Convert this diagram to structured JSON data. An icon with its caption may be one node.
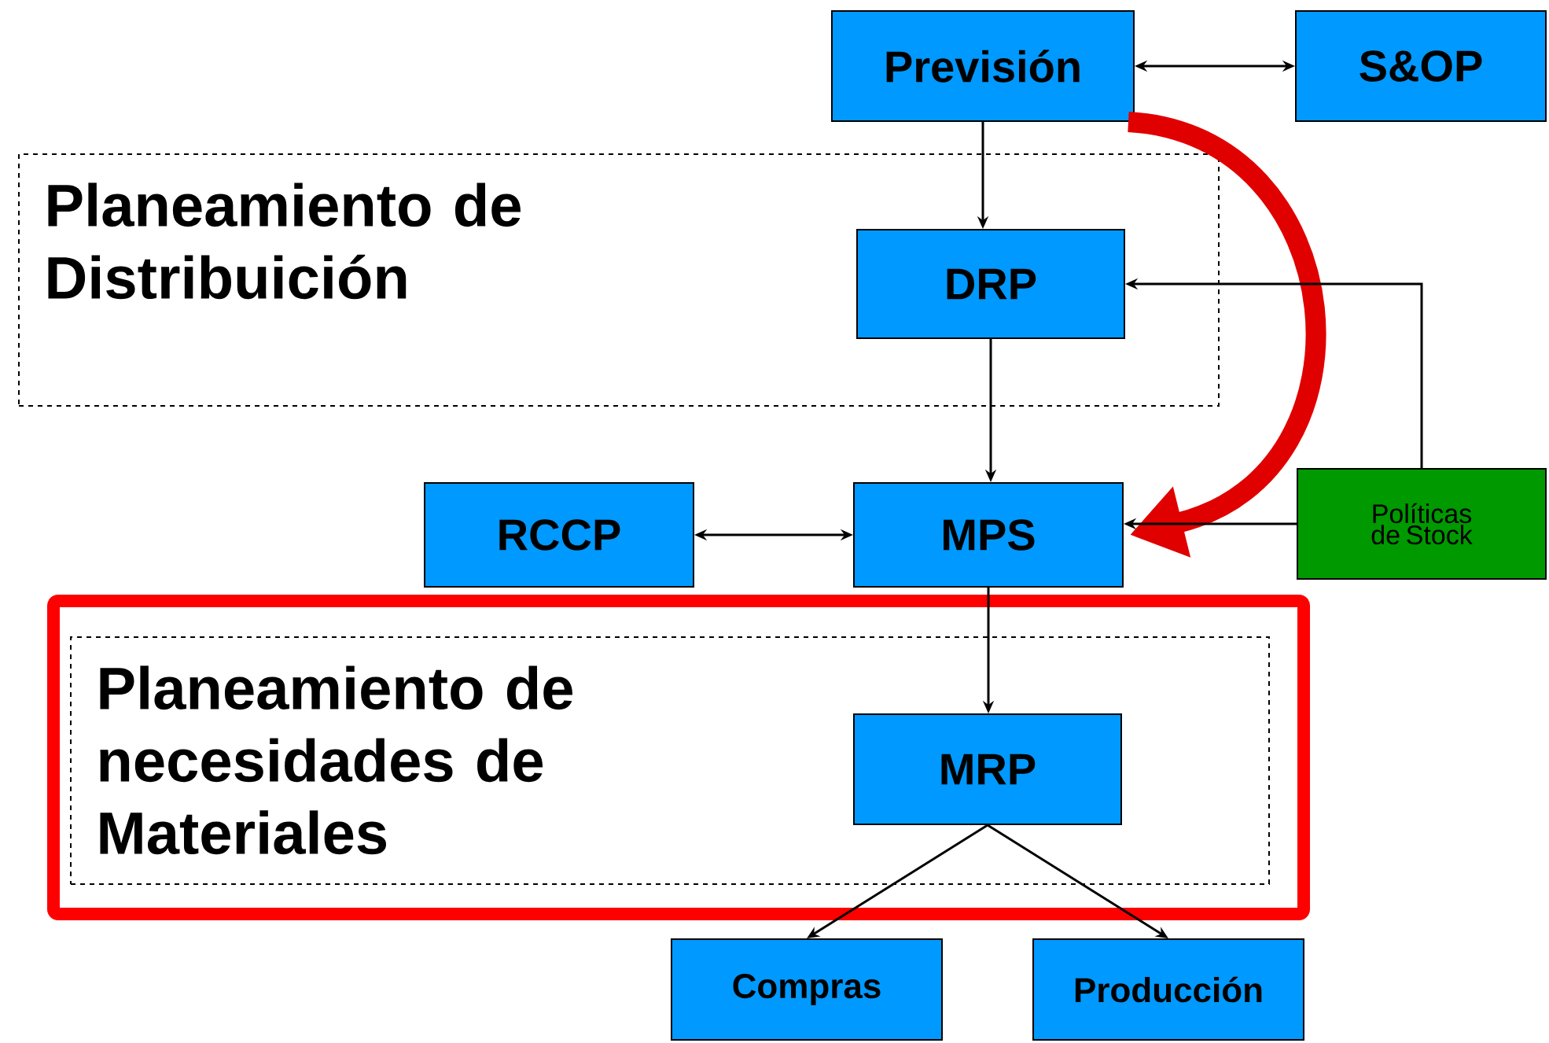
{
  "diagram": {
    "nodes": [
      {
        "text": [
          "Previsión"
        ]
      },
      {
        "text": [
          "S&OP"
        ]
      },
      {
        "text": [
          "Planeamiento de Distribuición"
        ]
      },
      {
        "text": [
          "DRP"
        ],
        "in": 2
      },
      {
        "text": [
          "RCCP"
        ]
      },
      {
        "text": [
          "MPS"
        ]
      },
      {
        "text": [
          "Políticas de Stock"
        ]
      },
      {
        "text": [],
        "shape": "box"
      },
      {
        "text": [
          "Planeamiento de necesidades de Materiales"
        ],
        "in": 7
      },
      {
        "text": [
          "MRP"
        ],
        "in": 8
      },
      {
        "text": [
          "Compras"
        ]
      },
      {
        "text": [
          "Producción"
        ]
      }
    ],
    "edges": [
      {
        "from": 0,
        "to": 1,
        "arrow": "both"
      },
      {
        "from": 0,
        "to": 3,
        "arrow": "to"
      },
      {
        "from": 0,
        "to": 5,
        "arrow": "to",
        "style": "thick",
        "color": "#e00000"
      },
      {
        "from": 6,
        "to": 3,
        "arrow": "to"
      },
      {
        "from": 3,
        "to": 5,
        "arrow": "to"
      },
      {
        "from": 4,
        "to": 5,
        "arrow": "both"
      },
      {
        "from": 6,
        "to": 5,
        "arrow": "to"
      },
      {
        "from": 5,
        "to": 9,
        "arrow": "to"
      },
      {
        "from": 9,
        "to": 10,
        "arrow": "to"
      },
      {
        "from": 9,
        "to": 11,
        "arrow": "to"
      }
    ]
  }
}
